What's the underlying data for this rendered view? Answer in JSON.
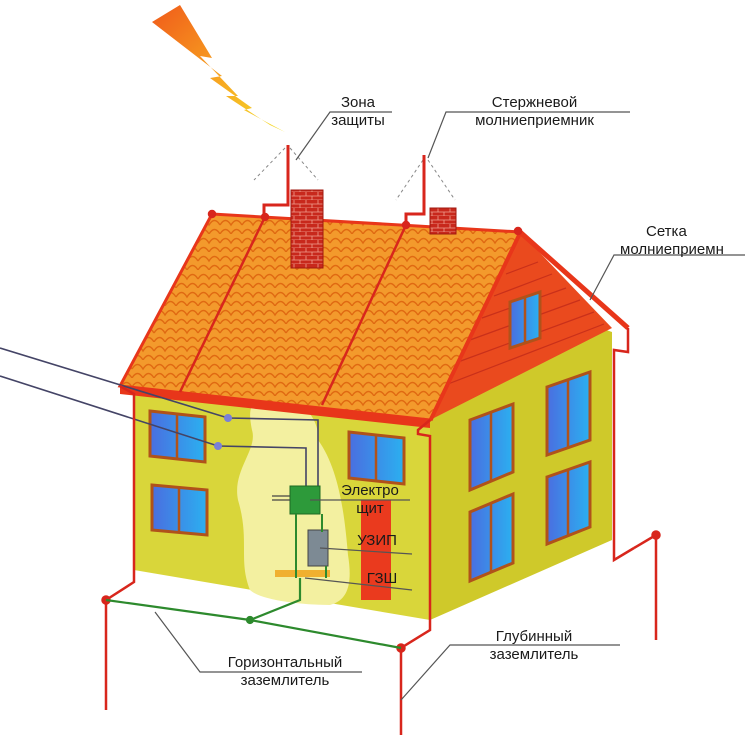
{
  "diagram": {
    "subject": "Молниезащита и заземление частного дома",
    "labels": {
      "protection_zone": {
        "line1": "Зона",
        "line2": "защиты"
      },
      "rod_terminal": {
        "line1": "Стержневой",
        "line2": "молниеприемник"
      },
      "mesh_terminal": {
        "line1": "Сетка",
        "line2": "молниеприемн"
      },
      "switchboard": {
        "line1": "Электро",
        "line2": "щит"
      },
      "spd": "УЗИП",
      "main_ground_bus": "ГЗШ",
      "horizontal_ground": {
        "line1": "Горизонтальный",
        "line2": "заземлитель"
      },
      "deep_ground": {
        "line1": "Глубинный",
        "line2": "заземлитель"
      }
    },
    "elements": [
      "lightning-bolt",
      "house",
      "roof-tiles",
      "chimney-left",
      "chimney-right",
      "rod-left",
      "rod-right",
      "roof-mesh",
      "down-conductors",
      "power-lines",
      "switchboard",
      "spd-device",
      "ground-bus",
      "horizontal-ground-loop",
      "deep-ground-rods"
    ],
    "colors": {
      "roof": "#f08a1e",
      "roof_edge": "#e8361a",
      "wall_front": "#d9d63a",
      "wall_side": "#d4cf2e",
      "conductor": "#d8261c",
      "ground_wire": "#2d8a2d",
      "window_glass": "#3a9ae8",
      "window_frame": "#b0521a",
      "chimney": "#c8281c",
      "switchboard": "#2d9a3a",
      "callout_line": "#555555",
      "inner_zone": "#f3f0a0"
    }
  }
}
